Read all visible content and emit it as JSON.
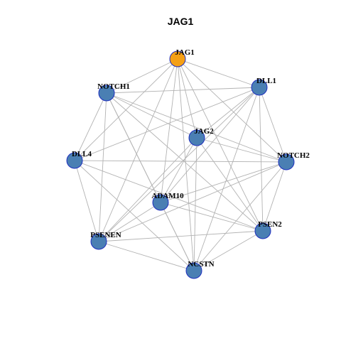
{
  "graph": {
    "title": "JAG1",
    "colors": {
      "focus_node": "#f5a015",
      "node": "#4a7fb3",
      "node_border": "#1f2fbf",
      "edge": "#b3b3b3"
    },
    "nodes": [
      {
        "id": "JAG1",
        "label": "JAG1",
        "focus": true
      },
      {
        "id": "NOTCH1",
        "label": "NOTCH1"
      },
      {
        "id": "DLL1",
        "label": "DLL1"
      },
      {
        "id": "JAG2",
        "label": "JAG2"
      },
      {
        "id": "DLL4",
        "label": "DLL4"
      },
      {
        "id": "NOTCH2",
        "label": "NOTCH2"
      },
      {
        "id": "ADAM10",
        "label": "ADAM10"
      },
      {
        "id": "PSEN2",
        "label": "PSEN2"
      },
      {
        "id": "PSENEN",
        "label": "PSENEN"
      },
      {
        "id": "NCSTN",
        "label": "NCSTN"
      }
    ],
    "edges": [
      [
        "JAG1",
        "NOTCH1"
      ],
      [
        "JAG1",
        "DLL1"
      ],
      [
        "JAG1",
        "JAG2"
      ],
      [
        "JAG1",
        "NOTCH2"
      ],
      [
        "JAG1",
        "ADAM10"
      ],
      [
        "JAG1",
        "PSEN2"
      ],
      [
        "JAG1",
        "PSENEN"
      ],
      [
        "JAG1",
        "NCSTN"
      ],
      [
        "JAG1",
        "DLL4"
      ],
      [
        "NOTCH1",
        "DLL1"
      ],
      [
        "NOTCH1",
        "JAG2"
      ],
      [
        "NOTCH1",
        "DLL4"
      ],
      [
        "NOTCH1",
        "NOTCH2"
      ],
      [
        "NOTCH1",
        "ADAM10"
      ],
      [
        "NOTCH1",
        "PSEN2"
      ],
      [
        "NOTCH1",
        "PSENEN"
      ],
      [
        "NOTCH1",
        "NCSTN"
      ],
      [
        "DLL1",
        "JAG2"
      ],
      [
        "DLL1",
        "DLL4"
      ],
      [
        "DLL1",
        "NOTCH2"
      ],
      [
        "DLL1",
        "ADAM10"
      ],
      [
        "DLL1",
        "PSEN2"
      ],
      [
        "DLL1",
        "PSENEN"
      ],
      [
        "DLL1",
        "NCSTN"
      ],
      [
        "JAG2",
        "NOTCH2"
      ],
      [
        "JAG2",
        "ADAM10"
      ],
      [
        "JAG2",
        "PSEN2"
      ],
      [
        "JAG2",
        "PSENEN"
      ],
      [
        "JAG2",
        "NCSTN"
      ],
      [
        "DLL4",
        "NOTCH2"
      ],
      [
        "DLL4",
        "PSENEN"
      ],
      [
        "DLL4",
        "NCSTN"
      ],
      [
        "DLL4",
        "PSEN2"
      ],
      [
        "NOTCH2",
        "ADAM10"
      ],
      [
        "NOTCH2",
        "PSEN2"
      ],
      [
        "NOTCH2",
        "PSENEN"
      ],
      [
        "NOTCH2",
        "NCSTN"
      ],
      [
        "ADAM10",
        "PSEN2"
      ],
      [
        "ADAM10",
        "PSENEN"
      ],
      [
        "ADAM10",
        "NCSTN"
      ],
      [
        "PSEN2",
        "PSENEN"
      ],
      [
        "PSEN2",
        "NCSTN"
      ],
      [
        "PSENEN",
        "NCSTN"
      ]
    ]
  }
}
